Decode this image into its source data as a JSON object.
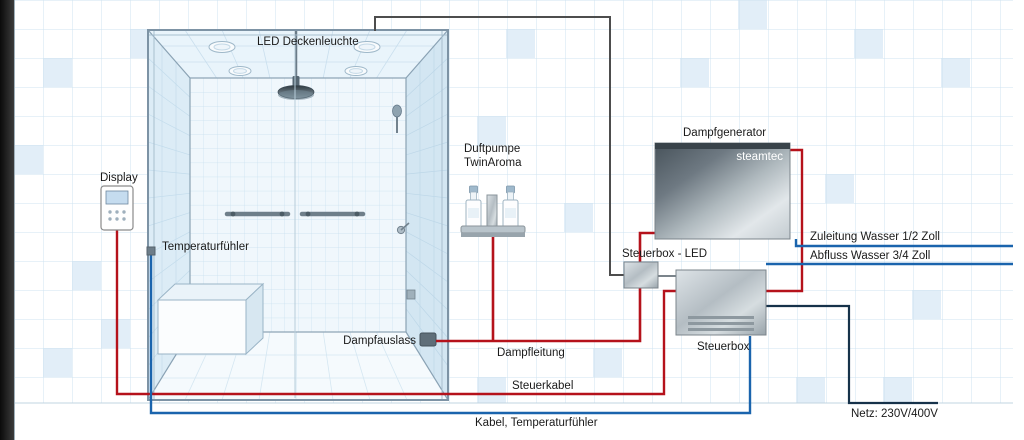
{
  "labels": {
    "led_ceiling_light": "LED Deckenleuchte",
    "display": "Display",
    "temperature_sensor": "Temperaturfühler",
    "fragrance_pump_line1": "Duftpumpe",
    "fragrance_pump_line2": "TwinAroma",
    "steam_generator": "Dampfgenerator",
    "steam_generator_brand": "steamtec",
    "water_supply": "Zuleitung Wasser 1/2 Zoll",
    "water_drain": "Abfluss Wasser 3/4 Zoll",
    "control_box_led": "Steuerbox - LED",
    "control_box": "Steuerbox",
    "steam_outlet": "Dampfauslass",
    "steam_pipe": "Dampfleitung",
    "control_cable": "Steuerkabel",
    "sensor_cable": "Kabel, Temperaturfühler",
    "mains": "Netz: 230V/400V"
  },
  "colors": {
    "steam_pipe_red": "#b5121b",
    "cable_blue": "#1a64ad",
    "led_cable_gray": "#4d4d4d",
    "mains_dark": "#16324a",
    "tile_line": "#cfe3f0",
    "tile_accent": "#e2eef8"
  }
}
